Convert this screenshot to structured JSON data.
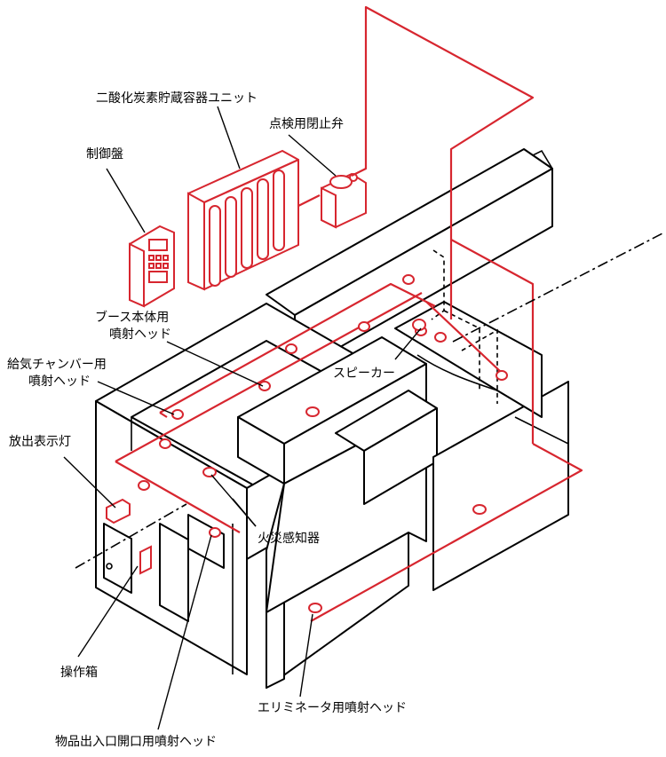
{
  "labels": {
    "co2_storage_unit": "二酸化炭素貯蔵容器ユニット",
    "inspection_valve": "点検用閉止弁",
    "control_panel": "制御盤",
    "booth_nozzle_line1": "ブース本体用",
    "booth_nozzle_line2": "噴射ヘッド",
    "supply_chamber_nozzle_line1": "給気チャンバー用",
    "supply_chamber_nozzle_line2": "噴射ヘッド",
    "speaker": "スピーカー",
    "discharge_indicator": "放出表示灯",
    "fire_detector": "火災感知器",
    "operation_box": "操作箱",
    "eliminator_nozzle": "エリミネータ用噴射ヘッド",
    "entrance_nozzle": "物品出入口開口用噴射ヘッド"
  },
  "colors": {
    "pipe": "#d7262f",
    "outline": "#000000",
    "background": "#ffffff"
  }
}
